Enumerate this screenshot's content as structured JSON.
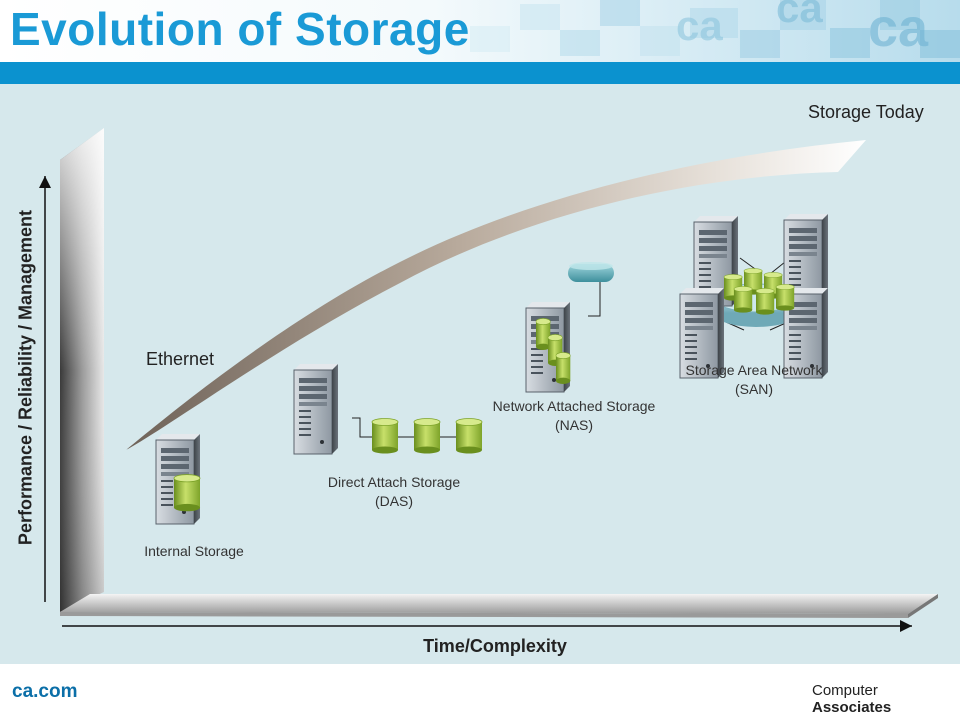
{
  "slide": {
    "title": "Evolution of Storage",
    "y_axis_label": "Performance / Reliability / Management",
    "x_axis_label": "Time/Complexity",
    "curve_end_label": "Storage Today",
    "curve_start_label": "Ethernet"
  },
  "stages": [
    {
      "line1": "Internal Storage",
      "line2": ""
    },
    {
      "line1": "Direct Attach Storage",
      "line2": "(DAS)"
    },
    {
      "line1": "Network Attached Storage",
      "line2": "(NAS)"
    },
    {
      "line1": "Storage Area Network",
      "line2": "(SAN)"
    }
  ],
  "footer": {
    "site": "ca.com",
    "brand_prefix": "Computer ",
    "brand_bold": "Associates",
    "logo_text": "ca"
  },
  "colors": {
    "title": "#1a9ad6",
    "band": "#0b92cf",
    "background": "#d6e8ec",
    "disk": "#9cc43a"
  },
  "icons": [
    "server-icon",
    "disk-icon",
    "network-hub-icon",
    "storage-ring-icon",
    "ca-logo-icon"
  ]
}
